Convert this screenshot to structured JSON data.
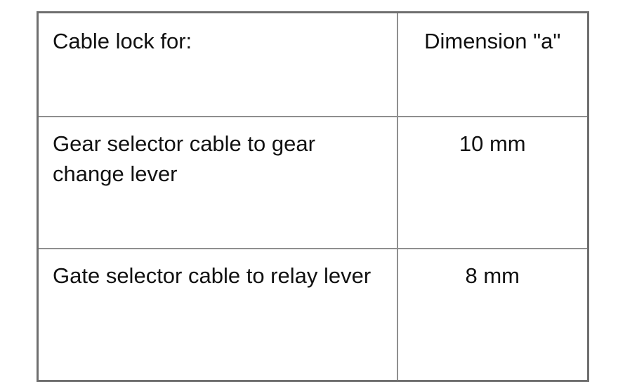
{
  "table": {
    "headers": [
      "Cable lock for:",
      "Dimension \"a\""
    ],
    "rows": [
      {
        "cable": "Gear selector cable to gear change lever",
        "dimension": "10 mm"
      },
      {
        "cable": "Gate selector cable to relay lever",
        "dimension": "8 mm"
      }
    ]
  }
}
